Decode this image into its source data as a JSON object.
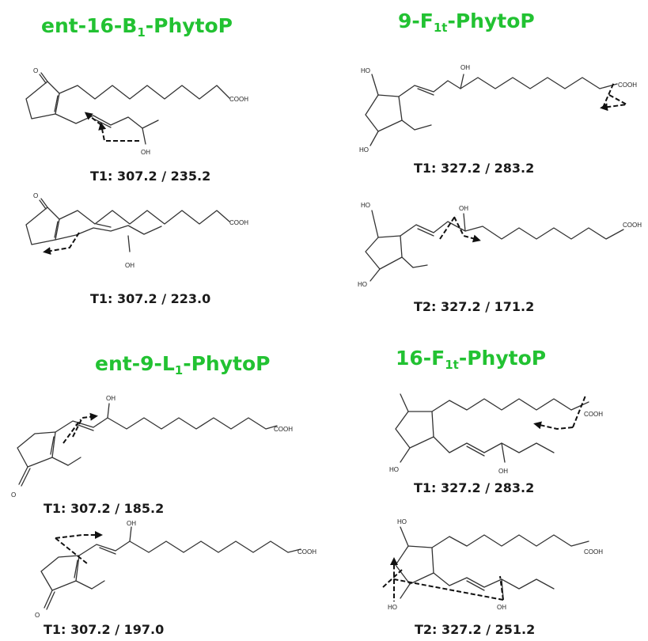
{
  "panels": [
    {
      "id": "ent-16-B1",
      "title_main": "ent-16-B",
      "title_sub": "1",
      "title_suffix": "-PhytoP",
      "transitions": [
        "T1: 307.2 / 235.2",
        "T1: 307.2 / 223.0"
      ]
    },
    {
      "id": "9-F1t",
      "title_main": "9-F",
      "title_sub": "1t",
      "title_suffix": "-PhytoP",
      "transitions": [
        "T1: 327.2 / 283.2",
        "T2: 327.2 / 171.2"
      ]
    },
    {
      "id": "ent-9-L1",
      "title_main": "ent-9-L",
      "title_sub": "1",
      "title_suffix": "-PhytoP",
      "transitions": [
        "T1: 307.2 / 185.2",
        "T1: 307.2 / 197.0"
      ]
    },
    {
      "id": "16-F1t",
      "title_main": "16-F",
      "title_sub": "1t",
      "title_suffix": "-PhytoP",
      "transitions": [
        "T1: 327.2 / 283.2",
        "T2: 327.2 / 251.2"
      ]
    }
  ],
  "atom_labels": {
    "acid": "COOH",
    "hydroxyl": "OH",
    "hydroxyl_short": "HO",
    "oxygen": "O"
  },
  "colors": {
    "title": "#22c232",
    "text": "#1a1a1a",
    "bond": "#333333"
  }
}
